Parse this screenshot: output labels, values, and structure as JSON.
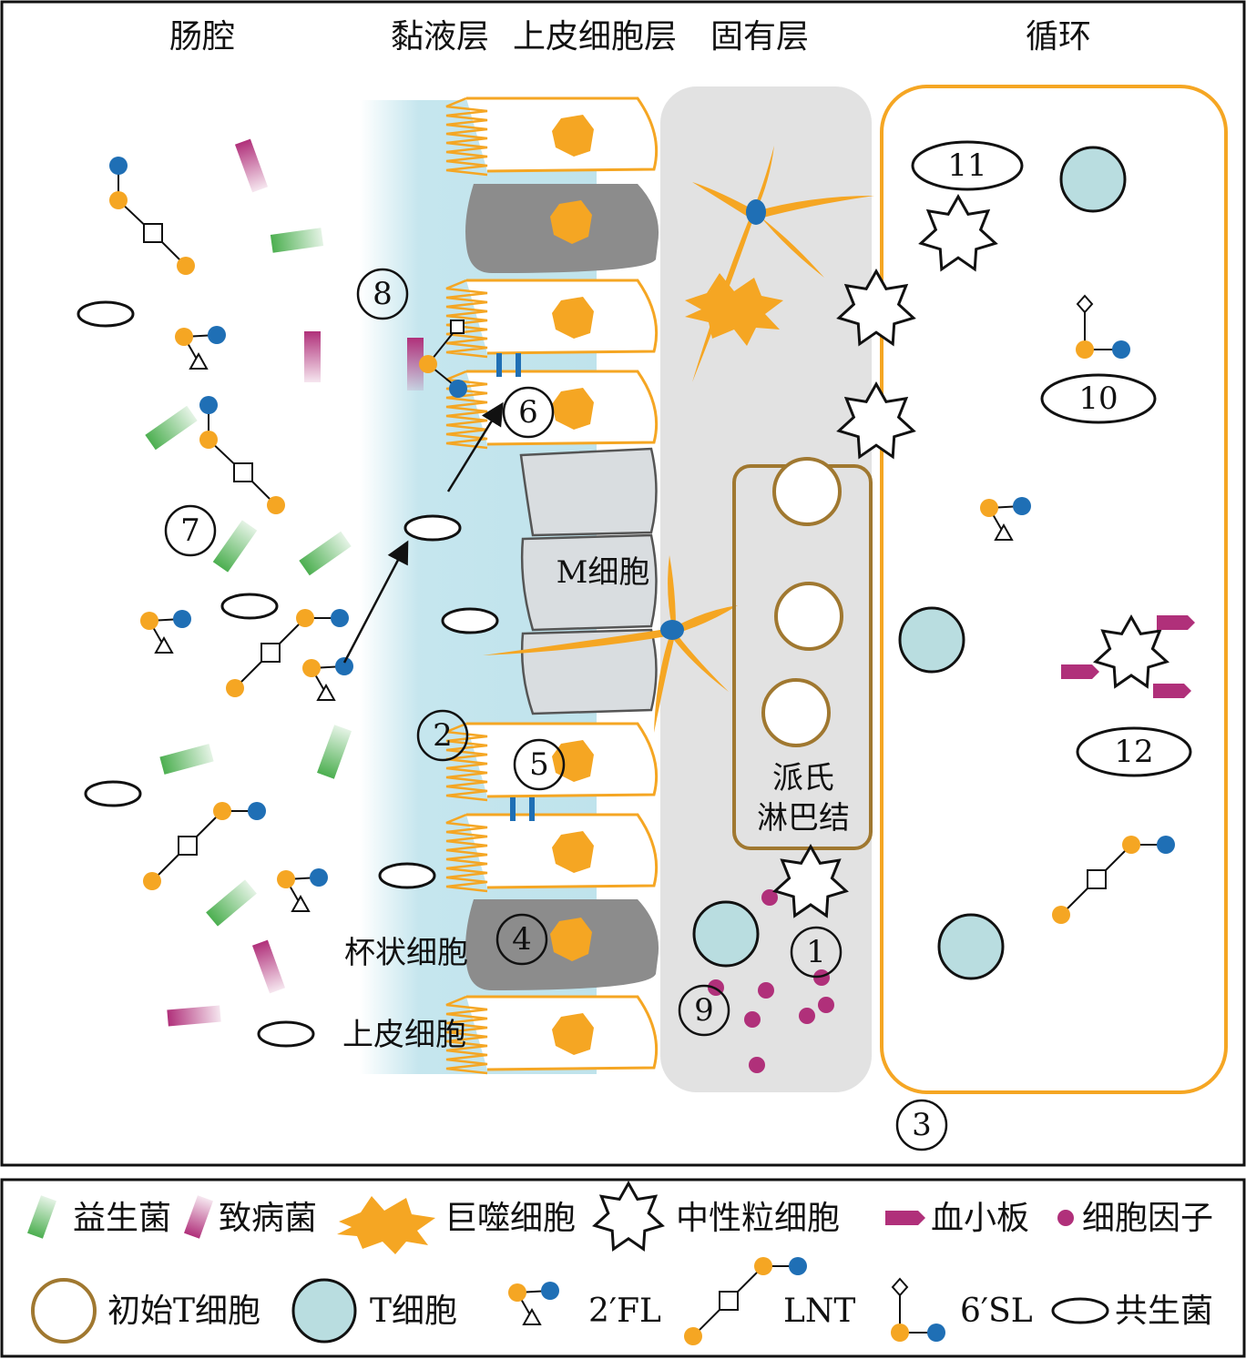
{
  "headers": [
    "肠腔",
    "黏液层",
    "上皮细胞层",
    "固有层",
    "循环"
  ],
  "labels": {
    "m_cell": "M细胞",
    "goblet_cell": "杯状细胞",
    "epithelial_cell": "上皮细胞",
    "peyers_patch_line1": "派氏",
    "peyers_patch_line2": "淋巴结"
  },
  "numbers": [
    "1",
    "2",
    "3",
    "4",
    "5",
    "6",
    "7",
    "8",
    "9",
    "10",
    "11",
    "12"
  ],
  "legend": [
    {
      "label": "益生菌",
      "icon": "probiotic-icon"
    },
    {
      "label": "致病菌",
      "icon": "pathogen-icon"
    },
    {
      "label": "巨噬细胞",
      "icon": "macrophage-icon"
    },
    {
      "label": "中性粒细胞",
      "icon": "neutrophil-icon"
    },
    {
      "label": "血小板",
      "icon": "platelet-icon"
    },
    {
      "label": "细胞因子",
      "icon": "cytokine-icon"
    },
    {
      "label": "初始T细胞",
      "icon": "naive-t-cell-icon"
    },
    {
      "label": "T细胞",
      "icon": "t-cell-icon"
    },
    {
      "label": "2′FL",
      "icon": "2fl-icon"
    },
    {
      "label": "LNT",
      "icon": "lnt-icon"
    },
    {
      "label": "6′SL",
      "icon": "6sl-icon"
    },
    {
      "label": "共生菌",
      "icon": "commensal-icon"
    }
  ],
  "colors": {
    "orange": "#f5a623",
    "blue": "#1f6fb5",
    "green": "#5cb85c",
    "magenta": "#b0307a",
    "mucus": "#bfe3ec",
    "lamina": "#e2e2e2",
    "goblet": "#8c8c8c",
    "mcell": "#d9dde0",
    "tcell": "#b9dde0",
    "naive_border": "#a07830"
  }
}
